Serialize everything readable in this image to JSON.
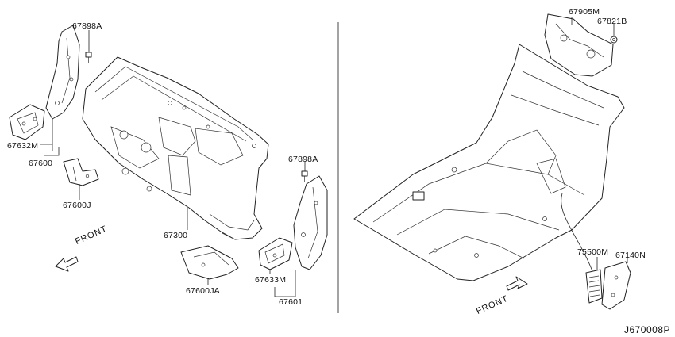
{
  "diagram_id": "J670008P",
  "callouts": {
    "left": {
      "p67898A_top": "67898A",
      "p67632M": "67632M",
      "p67600": "67600",
      "p67600J": "67600J",
      "p67300": "67300",
      "p67898A_right": "67898A",
      "p67600JA": "67600JA",
      "p67633M": "67633M",
      "p67601": "67601"
    },
    "right": {
      "p67905M": "67905M",
      "p67821B": "67821B",
      "p75500M": "75500M",
      "p67140N": "67140N"
    }
  },
  "front_labels": {
    "left": "FRONT",
    "right": "FRONT"
  }
}
